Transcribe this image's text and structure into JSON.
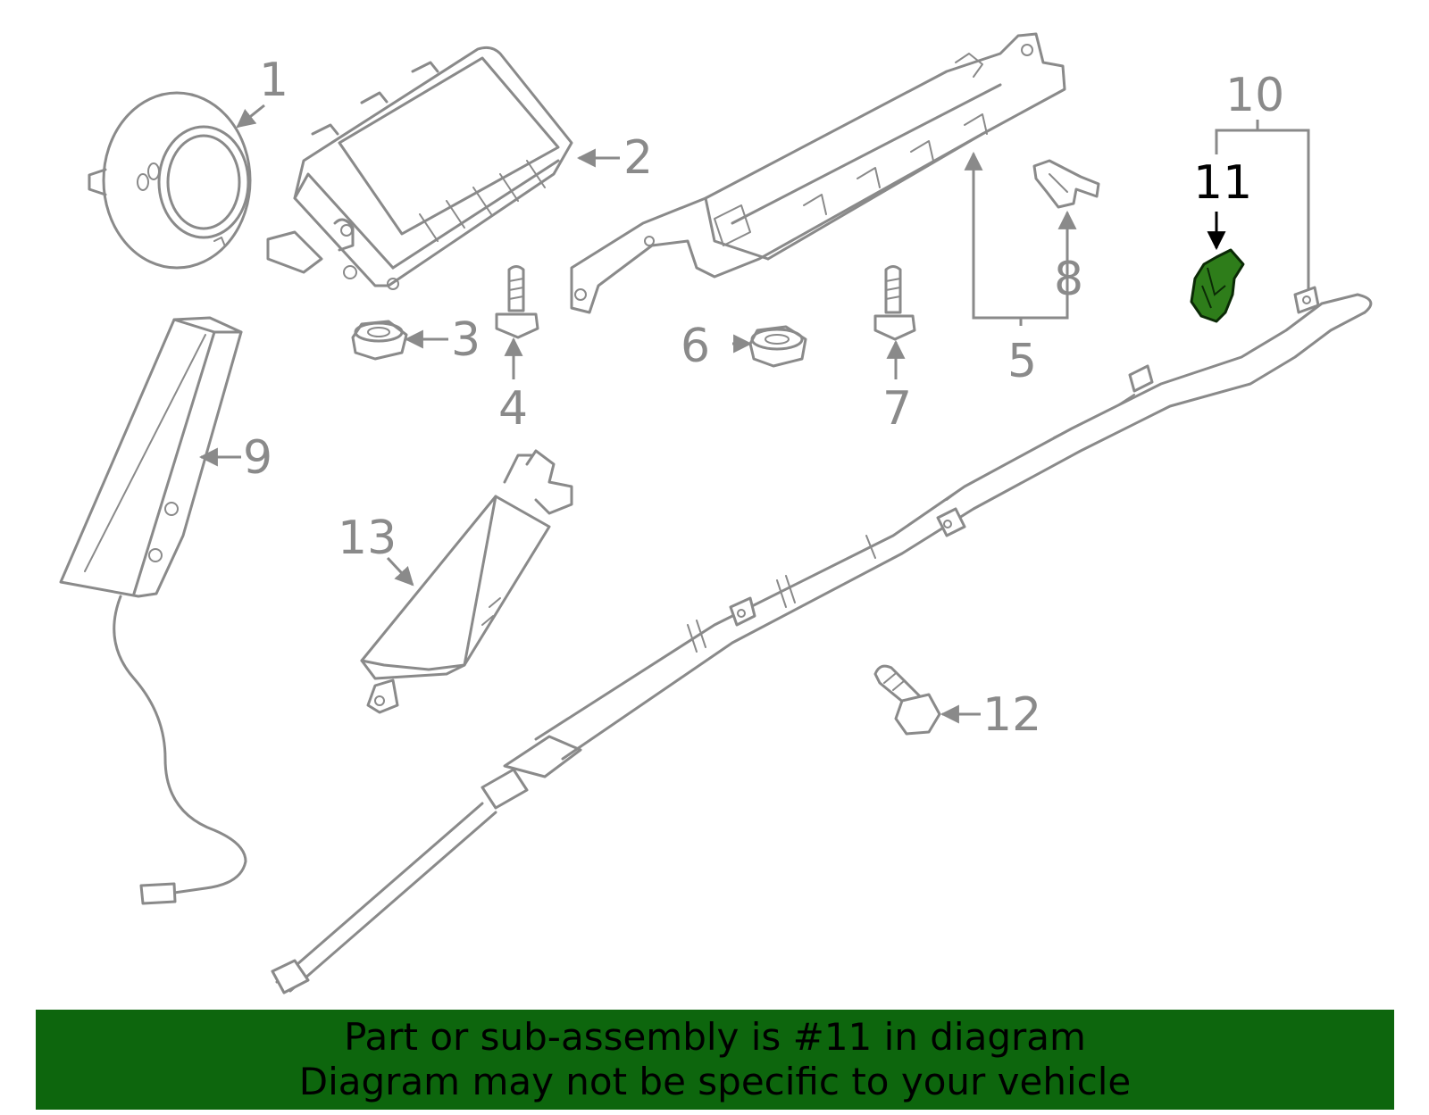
{
  "callouts": {
    "c1": "1",
    "c2": "2",
    "c3": "3",
    "c4": "4",
    "c5": "5",
    "c6": "6",
    "c7": "7",
    "c8": "8",
    "c9": "9",
    "c10": "10",
    "c11": "11",
    "c12": "12",
    "c13": "13"
  },
  "highlight": {
    "part_number": "11",
    "color": "#2e7d1a"
  },
  "banner": {
    "line1": "Part or sub-assembly is #11 in diagram",
    "line2": "Diagram may not be specific to your vehicle",
    "background": "#0d660d"
  }
}
